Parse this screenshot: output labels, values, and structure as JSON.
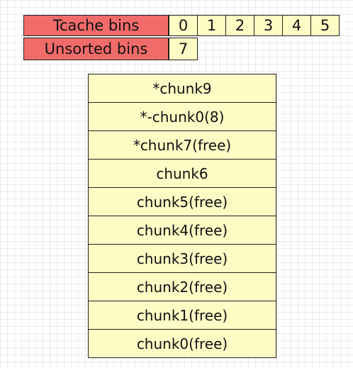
{
  "colors": {
    "label_bg": "#f26b6b",
    "cell_bg": "#fffbc5",
    "border": "#222222"
  },
  "tcache": {
    "label": "Tcache bins",
    "slots": [
      "0",
      "1",
      "2",
      "3",
      "4",
      "5"
    ]
  },
  "unsorted": {
    "label": "Unsorted bins",
    "slots": [
      "7"
    ]
  },
  "chunks": [
    "*chunk9",
    "*-chunk0(8)",
    "*chunk7(free)",
    "chunk6",
    "chunk5(free)",
    "chunk4(free)",
    "chunk3(free)",
    "chunk2(free)",
    "chunk1(free)",
    "chunk0(free)"
  ]
}
